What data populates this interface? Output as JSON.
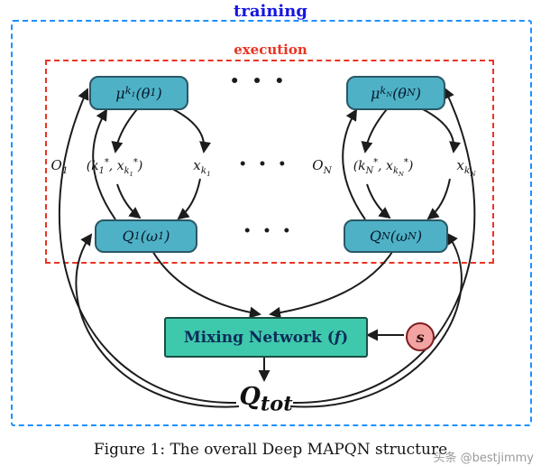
{
  "figure": {
    "training_label": "training",
    "execution_label": "execution",
    "caption": "Figure 1: The overall Deep MAPQN structure",
    "watermark": "头条 @bestjimmy",
    "colors": {
      "training_border": "#1e90ff",
      "training_text": "#1515e0",
      "execution_border": "#ea3423",
      "execution_text": "#ea3423",
      "node_fill": "#4fb1c5",
      "node_border": "#2a5766",
      "mixing_fill": "#3fc9ac",
      "mixing_border": "#1b4f46",
      "state_fill": "#f2a3a2",
      "state_border": "#7e1d20",
      "arrow": "#1c1c1c"
    },
    "nodes": {
      "actor_1": "μ<sub>k<sub>1</sub></sub>(θ<sub>1</sub>)",
      "actor_N": "μ<sub>k<sub>N</sub></sub>(θ<sub>N</sub>)",
      "critic_1": "Q<sub>1</sub>(ω<sub>1</sub>)",
      "critic_N": "Q<sub>N</sub>(ω<sub>N</sub>)",
      "mixing": "Mixing Network (<i>f</i>)",
      "state": "s",
      "q_tot": "Q<sub>tot</sub>"
    },
    "labels": {
      "obs_1": "O<sub>1</sub>",
      "action_1": "(k<sub>1</sub><sup>*</sup>, x<sub>k<sub>1</sub></sub><sup>*</sup>)",
      "x_1": "x<sub>k<sub>1</sub></sub>",
      "obs_N": "O<sub>N</sub>",
      "action_N": "(k<sub>N</sub><sup>*</sup>, x<sub>k<sub>N</sub></sub><sup>*</sup>)",
      "x_N": "x<sub>k<sub>N</sub></sub>",
      "ellipsis": "• • •"
    }
  }
}
